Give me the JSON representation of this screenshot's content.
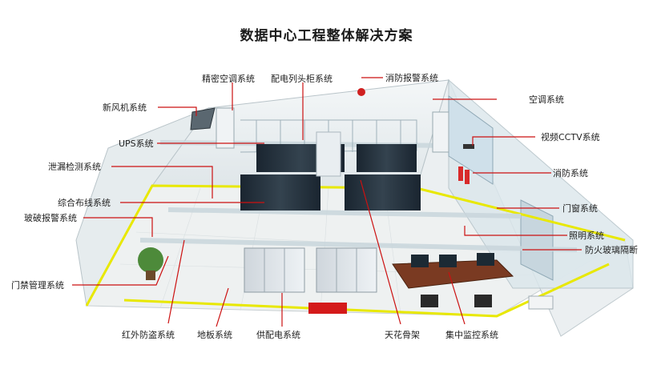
{
  "title": "数据中心工程整体解决方案",
  "colors": {
    "leader": "#cc1111",
    "accent": "#e8e800"
  },
  "labels": {
    "precision_ac": "精密空调系统",
    "pdu_cabinet": "配电列头柜系统",
    "fire_alarm": "消防报警系统",
    "fresh_air": "新风机系统",
    "ac_system": "空调系统",
    "cctv": "视频CCTV系统",
    "ups": "UPS系统",
    "leak_detect": "泄漏检测系统",
    "fire_protect": "消防系统",
    "cabling": "综合布线系统",
    "door_window": "门窗系统",
    "glass_break": "玻破报警系统",
    "lighting": "照明系统",
    "fire_glass": "防火玻璃隔断",
    "access_control": "门禁管理系统",
    "infrared": "红外防盗系统",
    "floor": "地板系统",
    "power_dist": "供配电系统",
    "ceiling": "天花骨架",
    "monitoring": "集中监控系统"
  }
}
